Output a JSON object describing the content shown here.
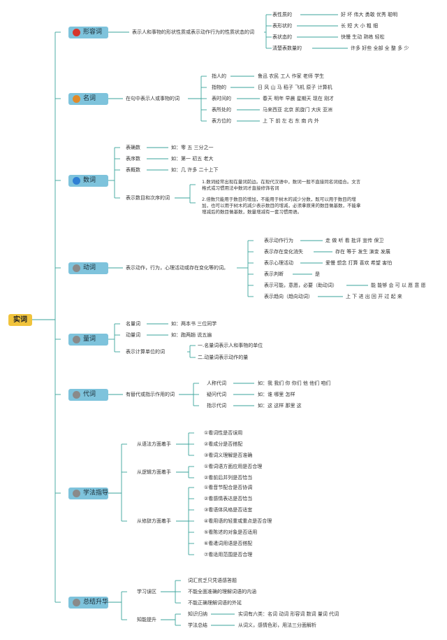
{
  "root": "实词",
  "adj": {
    "label": "形容词",
    "def": "表示人和事物的形状性质或表示动作行为的性质状态的词",
    "items": [
      {
        "k": "表性质的",
        "v": "好 坏 伟大 勇敢 优秀 聪明"
      },
      {
        "k": "表形状的",
        "v": "长 短 大 小 粗 细"
      },
      {
        "k": "表状态的",
        "v": "快慢 生动 熟练 轻松"
      },
      {
        "k": "清楚表数量的",
        "v": "许多 好些 全部 全 整 多 少"
      }
    ]
  },
  "noun": {
    "label": "名词",
    "def": "在句中表示人或事物的词",
    "items": [
      {
        "k": "指人的",
        "v": "鲁迅 农民 工人 作家 老师 学生"
      },
      {
        "k": "指物的",
        "v": "日 风 山 马 稻子 飞机 原子 计算机"
      },
      {
        "k": "表时间的",
        "v": "春天 明年 早晨 星期天 现在 刚才"
      },
      {
        "k": "表所处的",
        "v": "马来西亚 北京 凯旋门 大庆 亚洲"
      },
      {
        "k": "表方位的",
        "v": "上 下 前 左 右 东 南 内 外"
      }
    ]
  },
  "num": {
    "label": "数词",
    "items": [
      {
        "k": "表确数",
        "v": "如：零 五 三分之一"
      },
      {
        "k": "表序数",
        "v": "如：第一 初五 老大"
      },
      {
        "k": "表概数",
        "v": "如：几 许多 二十上下"
      }
    ],
    "def": "表示数目和次序的词",
    "notes": [
      [
        "1.数词经常出现在量词前边。在现代汉语中，数词一般不直接同名词组合。文言",
        "格式或习惯用法中数词才直接修饰名词"
      ],
      [
        "2.倍数只能用于数目的增加，不能用于树木的减少分数，既可以用于数目的增",
        "加，也可以用于树木的减少表示数目的增减，必须拿原来的数目做基数，不能拿",
        "增减后的数目做基数，数量增减有一套习惯用语。"
      ]
    ]
  },
  "verb": {
    "label": "动词",
    "def": "表示动作，行为，心理活动或存在变化等的词。",
    "items": [
      {
        "k": "表示动作行为",
        "v": "走 做 听 看 批评 宣传 保卫"
      },
      {
        "k": "表示存在变化消失",
        "v": "存在 等于 发生 演变 发展"
      },
      {
        "k": "表示心理活动",
        "v": "爱慢 想念 打算 喜欢 希望 害怕"
      },
      {
        "k": "表示判断",
        "v": "是"
      },
      {
        "k": "表示可能，意愿，必要（助动词）",
        "v": "能 能够 会 可 以 愿 意 愿"
      },
      {
        "k": "表示趋向（趋向动词）",
        "v": "上 下 进 出 回 开 过 起 来"
      }
    ]
  },
  "meas": {
    "label": "量词",
    "items": [
      {
        "k": "名量词",
        "v": "如：两本书 三位同学"
      },
      {
        "k": "动量词",
        "v": "如：跑两趟 说五遍"
      }
    ],
    "def": "表示计算单位的词",
    "subs": [
      "一.名量词表示人和事物的单位",
      "二.动量词表示动作的量"
    ]
  },
  "pron": {
    "label": "代词",
    "def": "有替代或指示作用的词",
    "items": [
      {
        "k": "人称代词",
        "v": "如：我 我们 你 你们 他 他们 咱们"
      },
      {
        "k": "疑问代词",
        "v": "如：谁 哪里 怎样"
      },
      {
        "k": "指示代词",
        "v": "如：这 这样 那里 这"
      }
    ]
  },
  "method": {
    "label": "学法指导",
    "groups": [
      {
        "k": "从语法方面着手",
        "subs": [
          "①看词性是否误用",
          "②看成分是否搭配",
          "③看词义理解是否准确"
        ]
      },
      {
        "k": "从逻辑方面着手",
        "subs": [
          "①看词语方面应用是否合理",
          "②看前后并列是否恰当"
        ]
      },
      {
        "k": "从修辞方面着手",
        "subs": [
          "①看音节配合是否协调",
          "②看感情表达是否恰当",
          "③看语体风格是否适宜",
          "④看用语的轻重或重点是否合理",
          "⑤看陈述的对象是否适用",
          "⑥看遣词用语是否搭配",
          "⑦看适用范围是否合理"
        ]
      }
    ]
  },
  "summary": {
    "label": "总结升华",
    "mistakes": {
      "k": "学习误区",
      "subs": [
        "词汇贫乏只凭语感答题",
        "不能全面准确的理解词语的内涵",
        "不能正确理解词语的外延"
      ]
    },
    "improve": {
      "k": "知能提升",
      "items": [
        {
          "k": "知识归纳",
          "v": "实词有六类：名词 动词 形容词 数词 量词 代词"
        },
        {
          "k": "学法总结",
          "v": "从词义，感情色彩，用法三分面解析"
        }
      ]
    }
  },
  "colors": {
    "line": "#3aa39b",
    "root": "#f0c33c",
    "cat": "#7ec3dc"
  }
}
